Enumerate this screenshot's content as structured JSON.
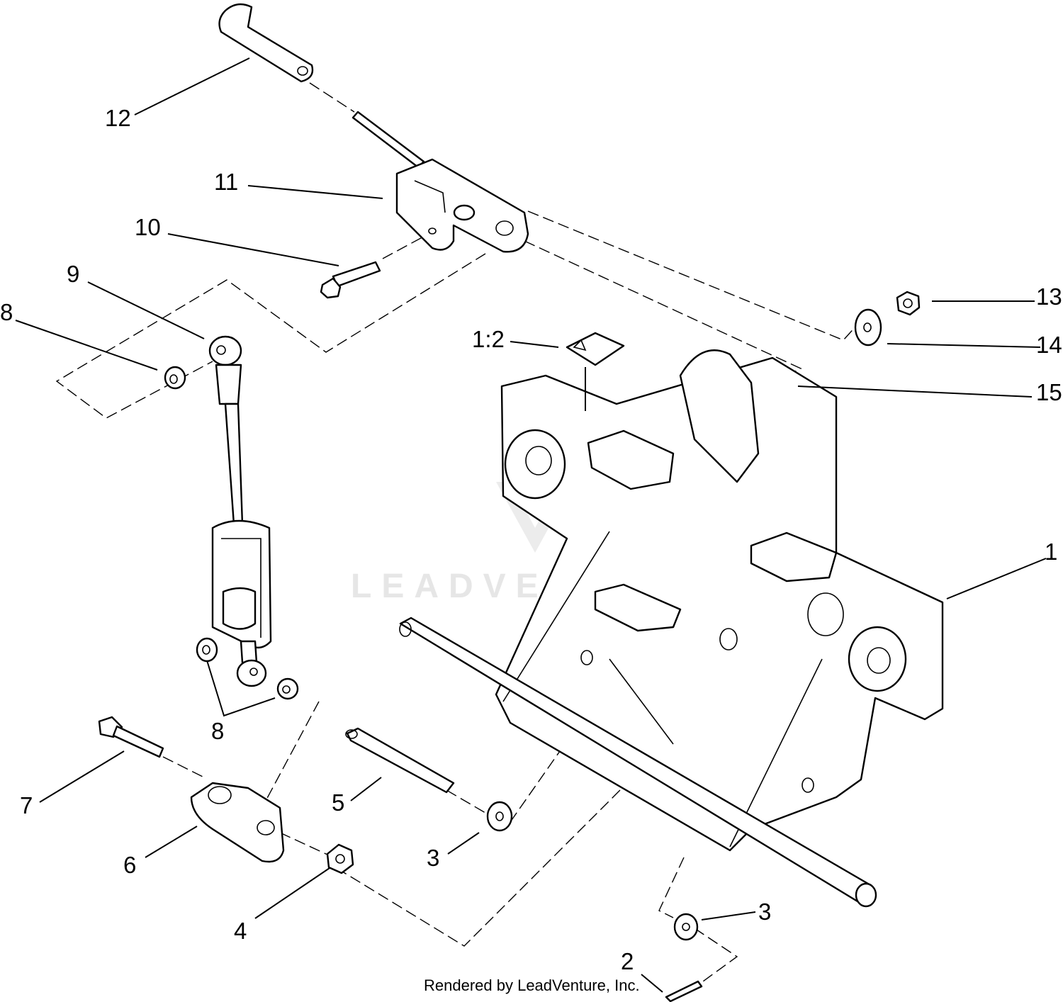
{
  "callouts": {
    "c1": "1",
    "c1_2": "1:2",
    "c2": "2",
    "c3a": "3",
    "c3b": "3",
    "c4": "4",
    "c5": "5",
    "c6": "6",
    "c7": "7",
    "c8a": "8",
    "c8b": "8",
    "c9": "9",
    "c10": "10",
    "c11": "11",
    "c12": "12",
    "c13": "13",
    "c14": "14",
    "c15": "15"
  },
  "watermark": "LEADVENTURE",
  "credit": "Rendered by LeadVenture, Inc."
}
